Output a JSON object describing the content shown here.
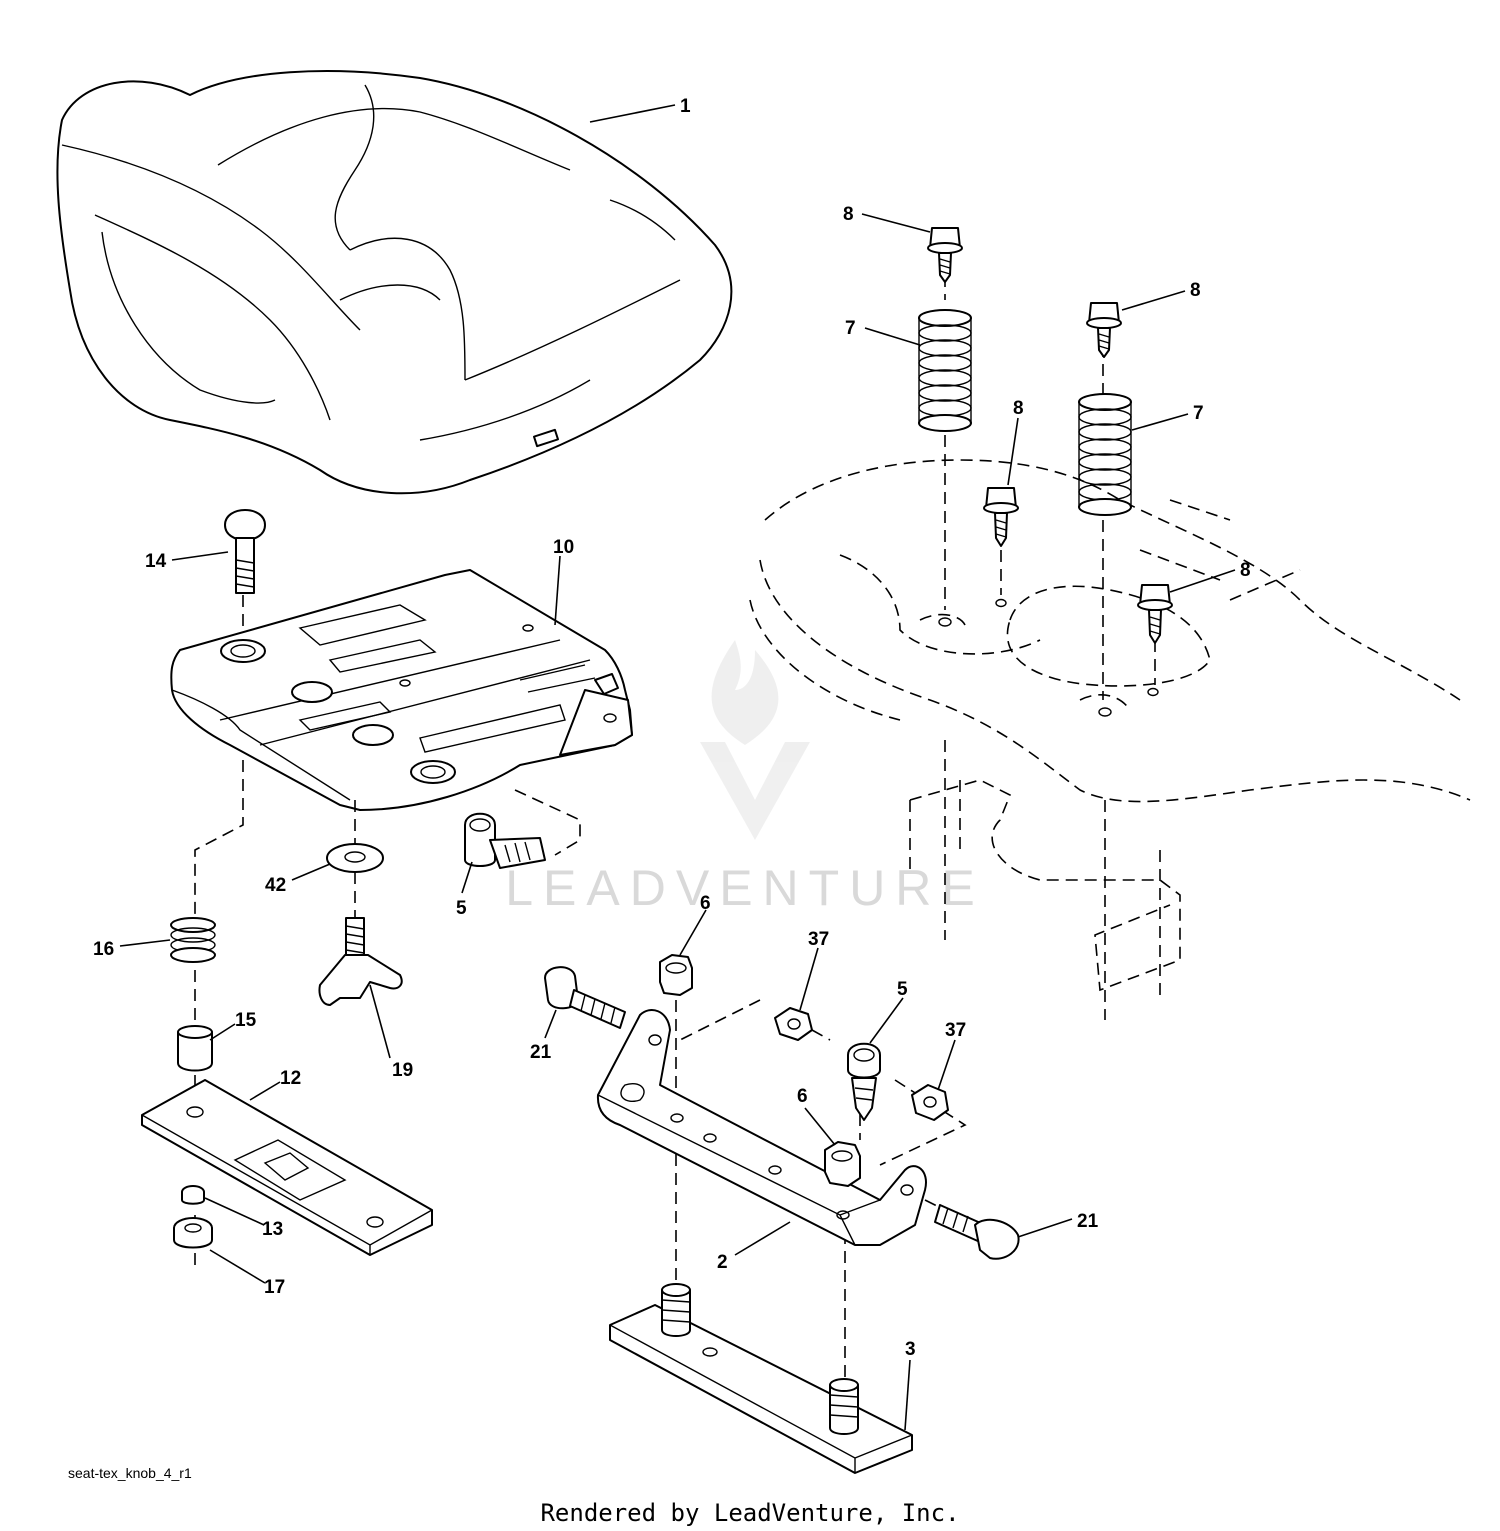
{
  "diagram": {
    "code": "seat-tex_knob_4_r1",
    "footer": "Rendered by LeadVenture, Inc.",
    "watermark": "LEADVENTURE"
  },
  "callouts": [
    {
      "key": "c1",
      "label": "1"
    },
    {
      "key": "c8a",
      "label": "8"
    },
    {
      "key": "c7a",
      "label": "7"
    },
    {
      "key": "c8b",
      "label": "8"
    },
    {
      "key": "c8c",
      "label": "8"
    },
    {
      "key": "c7b",
      "label": "7"
    },
    {
      "key": "c8d",
      "label": "8"
    },
    {
      "key": "c14",
      "label": "14"
    },
    {
      "key": "c10",
      "label": "10"
    },
    {
      "key": "c42",
      "label": "42"
    },
    {
      "key": "c5a",
      "label": "5"
    },
    {
      "key": "c16",
      "label": "16"
    },
    {
      "key": "c19",
      "label": "19"
    },
    {
      "key": "c15",
      "label": "15"
    },
    {
      "key": "c12",
      "label": "12"
    },
    {
      "key": "c13",
      "label": "13"
    },
    {
      "key": "c17",
      "label": "17"
    },
    {
      "key": "c6a",
      "label": "6"
    },
    {
      "key": "c37a",
      "label": "37"
    },
    {
      "key": "c5b",
      "label": "5"
    },
    {
      "key": "c21a",
      "label": "21"
    },
    {
      "key": "c37b",
      "label": "37"
    },
    {
      "key": "c6b",
      "label": "6"
    },
    {
      "key": "c21b",
      "label": "21"
    },
    {
      "key": "c2",
      "label": "2"
    },
    {
      "key": "c3",
      "label": "3"
    }
  ]
}
